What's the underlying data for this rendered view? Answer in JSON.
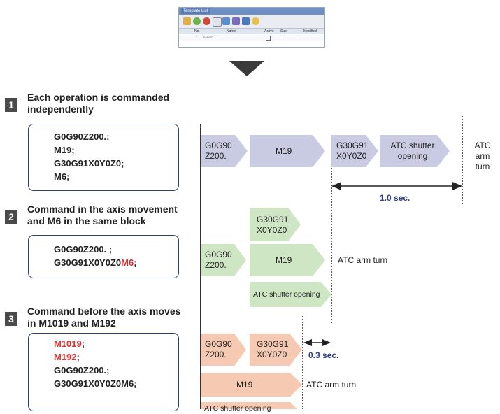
{
  "window": {
    "title": "Template List",
    "columns": [
      "No.",
      "Name",
      "Active",
      "Size",
      "Modified"
    ],
    "row": [
      "1",
      "FANUC ...",
      "",
      "...",
      "..."
    ]
  },
  "steps": [
    {
      "number": "1",
      "heading_line1": "Each operation is commanded",
      "heading_line2": "independently",
      "code_lines": [
        "G0G90Z200.;",
        "M19;",
        "G30G91X0Y0Z0;",
        "M6;"
      ],
      "arrows": [
        {
          "line1": "G0G90",
          "line2": "Z200."
        },
        {
          "line1": "M19",
          "line2": ""
        },
        {
          "line1": "G30G91",
          "line2": "X0Y0Z0"
        },
        {
          "line1": "ATC shutter",
          "line2": "opening"
        }
      ],
      "end_label_line1": "ATC arm",
      "end_label_line2": "turn",
      "timing": "1.0 sec."
    },
    {
      "number": "2",
      "heading_line1": "Command in the axis movement",
      "heading_line2": "and M6 in the same block",
      "code_line1": "G0G90Z200. ;",
      "code_line2_a": "G30G91X0Y0Z0",
      "code_line2_b": "M6",
      "code_line2_c": ";",
      "arrows": [
        {
          "line1": "G30G91",
          "line2": "X0Y0Z0"
        },
        {
          "line1": "G0G90",
          "line2": "Z200."
        },
        {
          "line1": "M19",
          "line2": ""
        },
        {
          "line1": "ATC shutter opening",
          "line2": ""
        }
      ],
      "end_label": "ATC arm turn"
    },
    {
      "number": "3",
      "heading_line1": "Command before the axis moves",
      "heading_line2": "in M1019 and M192",
      "code_red": [
        "M1019",
        "M192"
      ],
      "code_semi": ";",
      "code_lines": [
        "G0G90Z200.;",
        "G30G91X0Y0Z0M6;"
      ],
      "arrows": [
        {
          "line1": "G0G90",
          "line2": "Z200."
        },
        {
          "line1": "G30G91",
          "line2": "X0Y0Z0"
        },
        {
          "line1": "M19",
          "line2": ""
        },
        {
          "line1": "ATC shutter opening",
          "line2": ""
        }
      ],
      "end_label": "ATC arm turn",
      "timing": "0.3 sec."
    }
  ],
  "colors": {
    "step1_arrow": "#c9cbe3",
    "step2_arrow": "#cfe6c4",
    "step3_arrow": "#f6c9b2",
    "timing_text": "#2c3e8a",
    "highlight": "#e03030"
  }
}
